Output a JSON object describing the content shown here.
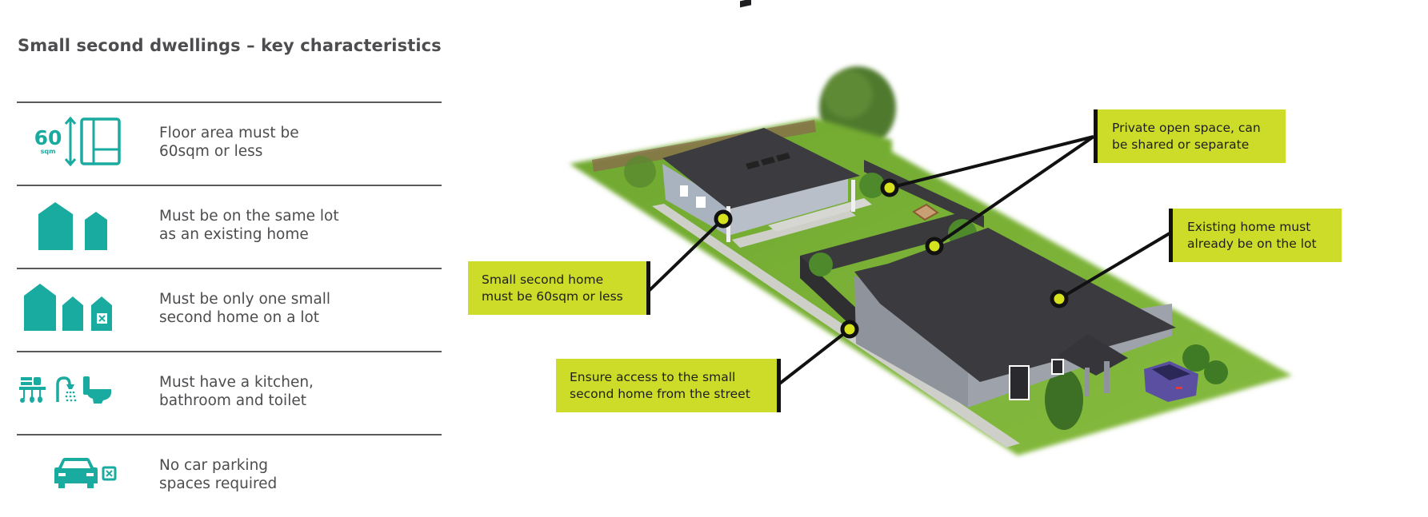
{
  "page": {
    "title": "Small second dwellings – key characteristics",
    "colors": {
      "teal": "#1aaba0",
      "callout_bg": "#cddc29",
      "text": "#4d4d50",
      "divider": "#5a5a5c",
      "connector": "#111111",
      "grass": "#7fb33a",
      "roof": "#3b3b3f",
      "wall": "#9a9ea6"
    }
  },
  "features": [
    {
      "icon": "floor-area-60sqm-icon",
      "icon_number": "60",
      "icon_unit": "sqm",
      "line1": "Floor area must be",
      "line2": "60sqm or less"
    },
    {
      "icon": "two-houses-icon",
      "line1": "Must be on the same lot",
      "line2": "as an existing home"
    },
    {
      "icon": "three-houses-one-crossed-icon",
      "line1": "Must be only one small",
      "line2": "second home on a lot"
    },
    {
      "icon": "kitchen-shower-toilet-icon",
      "line1": "Must have a kitchen,",
      "line2": "bathroom and toilet"
    },
    {
      "icon": "car-crossed-icon",
      "line1": "No car parking",
      "line2": "spaces required"
    }
  ],
  "illustration": {
    "callouts": [
      {
        "id": "private-open-space",
        "line1": "Private open space, can",
        "line2": "be shared or separate"
      },
      {
        "id": "existing-home",
        "line1": "Existing home must",
        "line2": "already be on the lot"
      },
      {
        "id": "small-second-home",
        "line1": "Small second home",
        "line2": "must be 60sqm or less"
      },
      {
        "id": "street-access",
        "line1": "Ensure access to the small",
        "line2": "second home from the street"
      }
    ]
  }
}
